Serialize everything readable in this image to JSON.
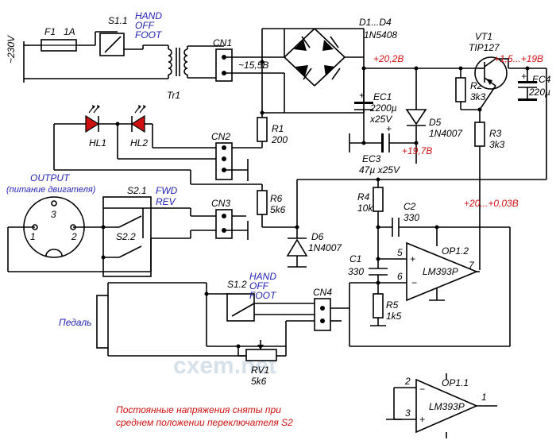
{
  "labels": {
    "f1": "F1",
    "f1_rating": "1A",
    "s11": "S1.1",
    "hand1": "HAND",
    "off1": "OFF",
    "foot1": "FOOT",
    "mains": "~230V",
    "tr1": "Tr1",
    "cn1": "CN1",
    "ac_voltage": "~15,5B",
    "d1d4": "D1...D4",
    "d1d4_part": "1N5408",
    "v_rect": "+20,2B",
    "vt1": "VT1",
    "vt1_part": "TIP127",
    "v_out": "+1,5...+19B",
    "r2": "R2",
    "r2_val": "3k3",
    "ec4": "EC4",
    "ec4_val": "220µ",
    "ec1": "EC1",
    "ec1_val": "2200µ",
    "ec1_volt": "x25V",
    "d5": "D5",
    "d5_part": "1N4007",
    "r3": "R3",
    "r3_val": "3k3",
    "hl1": "HL1",
    "hl2": "HL2",
    "r1": "R1",
    "r1_val": "200",
    "cn2": "CN2",
    "ec3": "EC3",
    "ec3_val": "47µ x25V",
    "v_ec3": "+19,7B",
    "output": "OUTPUT",
    "output_ru": "(питание двигателя)",
    "pin3": "3",
    "pin1": "1",
    "pin2": "2",
    "s21": "S2.1",
    "fwd": "FWD",
    "rev": "REV",
    "s22": "S2.2",
    "r6": "R6",
    "r6_val": "5k6",
    "cn3": "CN3",
    "r4": "R4",
    "r4_val": "10k",
    "c2": "C2",
    "c2_val": "330",
    "v_fb": "+20...+0,03B",
    "d6": "D6",
    "d6_part": "1N4007",
    "pin5": "5",
    "op12": "OP1.2",
    "c1": "C1",
    "c1_val": "330",
    "pin6": "6",
    "lm393_a": "LM393P",
    "pin7": "7",
    "s12": "S1.2",
    "hand2": "HAND",
    "off2": "OFF",
    "foot2": "FOOT",
    "cn4": "CN4",
    "r5": "R5",
    "r5_val": "1k5",
    "pedal": "Педаль",
    "rv1": "RV1",
    "rv1_val": "5k6",
    "watermark": "cxem.net",
    "op11": "OP1.1",
    "pin2b": "2",
    "pin3b": "3",
    "pin1b": "1",
    "lm393_b": "LM393P",
    "note_line1": "Постоянные напряжения сняты при",
    "note_line2": "среднем положении переключателя S2"
  },
  "colors": {
    "voltage_labels": "#d01010",
    "switch_labels": "#1f1fb4",
    "led_fill": "#d01010",
    "watermark": "#d7e1ea"
  }
}
